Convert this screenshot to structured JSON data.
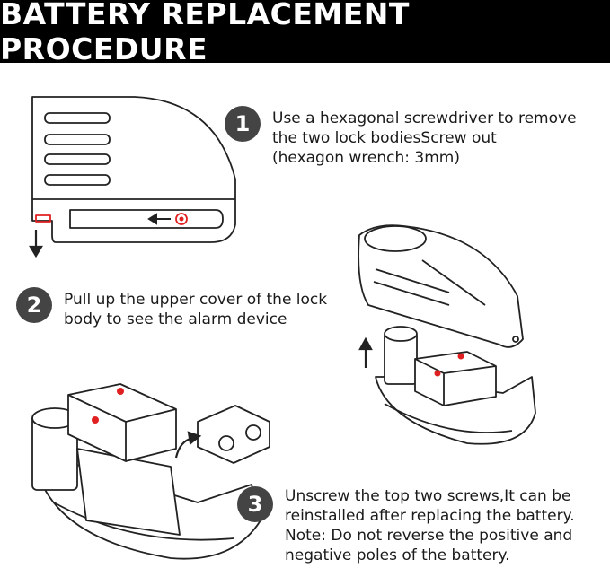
{
  "banner": {
    "title": "BATTERY REPLACEMENT PROCEDURE",
    "background": "#000000",
    "text_color": "#ffffff"
  },
  "colors": {
    "badge": "#444444",
    "marker": "#e02020",
    "line": "#222222"
  },
  "steps": [
    {
      "number": "1",
      "lines": [
        "Use a hexagonal screwdriver to remove",
        "the two lock bodiesScrew out",
        "(hexagon wrench: 3mm)"
      ]
    },
    {
      "number": "2",
      "lines": [
        "Pull up the upper cover of the lock",
        "body to see the alarm device"
      ]
    },
    {
      "number": "3",
      "lines": [
        "Unscrew the top two screws,It can be",
        "reinstalled after replacing the battery.",
        "Note: Do not reverse the positive and",
        "negative poles of the battery."
      ]
    }
  ],
  "illustrations": [
    {
      "name": "disc-lock-side-view",
      "icons": [
        "arrow-left-icon",
        "arrow-down-icon"
      ]
    },
    {
      "name": "lock-cover-lifted",
      "icons": [
        "arrow-up-icon"
      ]
    },
    {
      "name": "alarm-device-exposed",
      "icons": [
        "curved-arrow-icon"
      ]
    }
  ]
}
